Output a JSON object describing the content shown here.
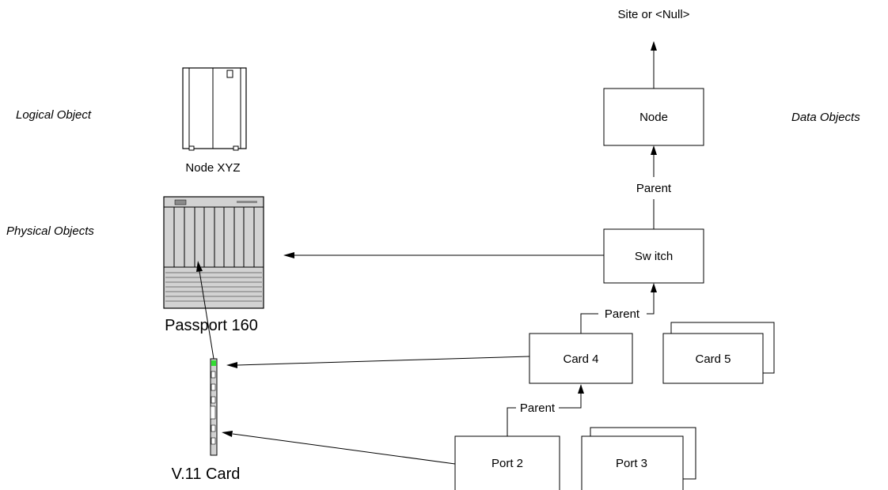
{
  "labels": {
    "site_or_null": "Site or <Null>",
    "logical_object": "Logical Object",
    "physical_objects": "Physical Objects",
    "data_objects": "Data Objects",
    "node_xyz": "Node XYZ",
    "passport_160": "Passport 160",
    "v11_card": "V.11 Card"
  },
  "boxes": {
    "node": "Node",
    "switch": "Sw itch",
    "card4": "Card 4",
    "card5": "Card 5",
    "port2": "Port 2",
    "port3": "Port 3"
  },
  "connectors": {
    "parent_node_switch": "Parent",
    "parent_switch_card4": "Parent",
    "parent_card4_port2": "Parent"
  },
  "colors": {
    "chassis_fill": "#d2d2d2",
    "card_led": "#33dd33"
  }
}
